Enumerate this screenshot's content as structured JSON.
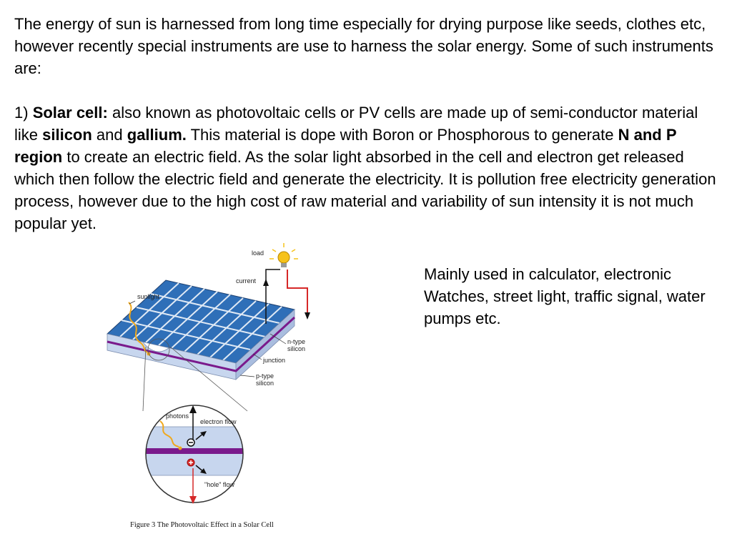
{
  "intro": "The energy of sun is  harnessed from long time especially for drying purpose like seeds, clothes etc, however recently special instruments are use to harness the solar energy. Some of such instruments are:",
  "point1": {
    "number": "1) ",
    "title": "Solar cell:",
    "t1": " also known as photovoltaic cells or PV cells are made up of semi-conductor material like ",
    "b1": "silicon",
    "t2": " and ",
    "b2": "gallium.",
    "t3": " This material is dope with Boron or Phosphorous  to generate ",
    "b3": "N and P region",
    "t4": " to create an electric field. As the solar light absorbed in the cell and electron get released which then follow the electric field and generate the electricity. It is pollution free electricity generation process, however due to the high cost of raw material and variability of sun intensity it is not much popular yet."
  },
  "uses": "Mainly used in calculator, electronic Watches, street light, traffic signal, water pumps etc.",
  "figure": {
    "labels": {
      "load": "load",
      "current": "current",
      "sunlight": "sunlight",
      "ntype_1": "n-type",
      "ntype_2": "silicon",
      "junction": "junction",
      "ptype_1": "p-type",
      "ptype_2": "silicon",
      "photons": "photons",
      "electron_flow": "electron flow",
      "hole_flow": "\"hole\" flow"
    },
    "caption": "Figure 3 The Photovoltaic Effect in a Solar Cell"
  },
  "colors": {
    "panel_blue": "#2f6fb8",
    "junction_purple": "#7a1a8c",
    "wire_red": "#d62828",
    "bulb_yellow": "#f6c21b"
  }
}
